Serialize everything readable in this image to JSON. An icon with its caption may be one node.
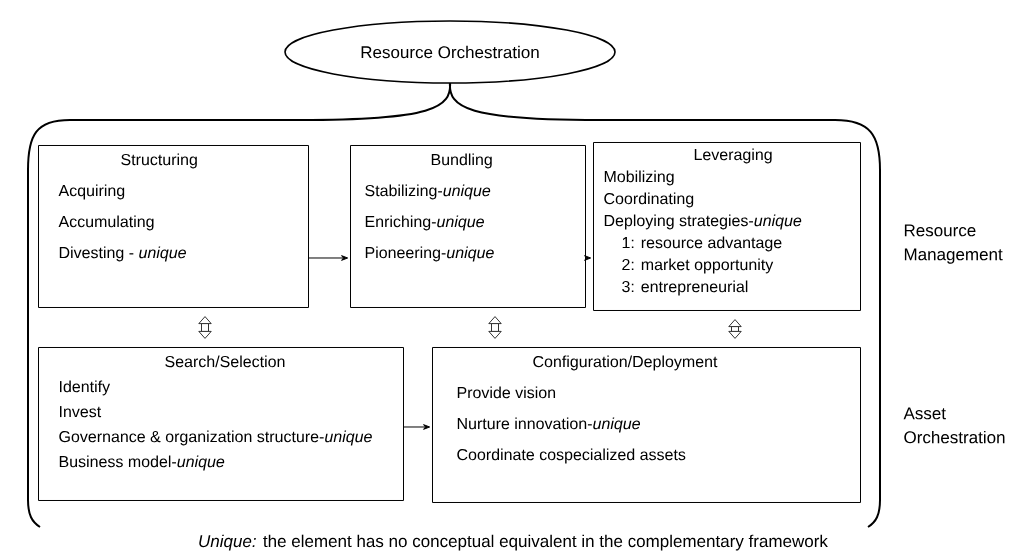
{
  "diagram": {
    "caption": "*Unique:* the element has no conceptual equivalent in the complementary framework",
    "nodes": [
      {
        "text": [
          "Resource Orchestration"
        ]
      },
      {
        "text": [
          "Structuring",
          "Acquiring",
          "Accumulating",
          "Divesting - *unique*"
        ]
      },
      {
        "text": [
          "Bundling",
          "Stabilizing-*unique*",
          "Enriching-*unique*",
          "Pioneering-*unique*"
        ]
      },
      {
        "text": [
          "Leveraging",
          "Mobilizing",
          "Coordinating",
          "Deploying strategies-*unique*",
          "1: resource advantage",
          "2: market opportunity",
          "3: entrepreneurial"
        ]
      },
      {
        "text": [
          "Search/Selection",
          "Identify",
          "Invest",
          "Governance & organization structure-*unique*",
          "Business model-*unique*"
        ]
      },
      {
        "text": [
          "Configuration/Deployment",
          "Provide vision",
          "Nurture innovation-*unique*",
          "Coordinate cospecialized assets"
        ]
      }
    ],
    "edges": [
      {
        "from": 1,
        "to": 2,
        "arrow": "to"
      },
      {
        "from": 2,
        "to": 3,
        "arrow": "to"
      },
      {
        "from": 4,
        "to": 5,
        "arrow": "to"
      },
      {
        "from": 1,
        "to": 4,
        "arrow": "both",
        "style": "thick"
      },
      {
        "from": 2,
        "to": 5,
        "arrow": "both",
        "style": "thick"
      },
      {
        "from": 3,
        "to": 5,
        "arrow": "both",
        "style": "thick"
      }
    ],
    "labels": [
      "Resource Management",
      "Asset Orchestration"
    ]
  }
}
